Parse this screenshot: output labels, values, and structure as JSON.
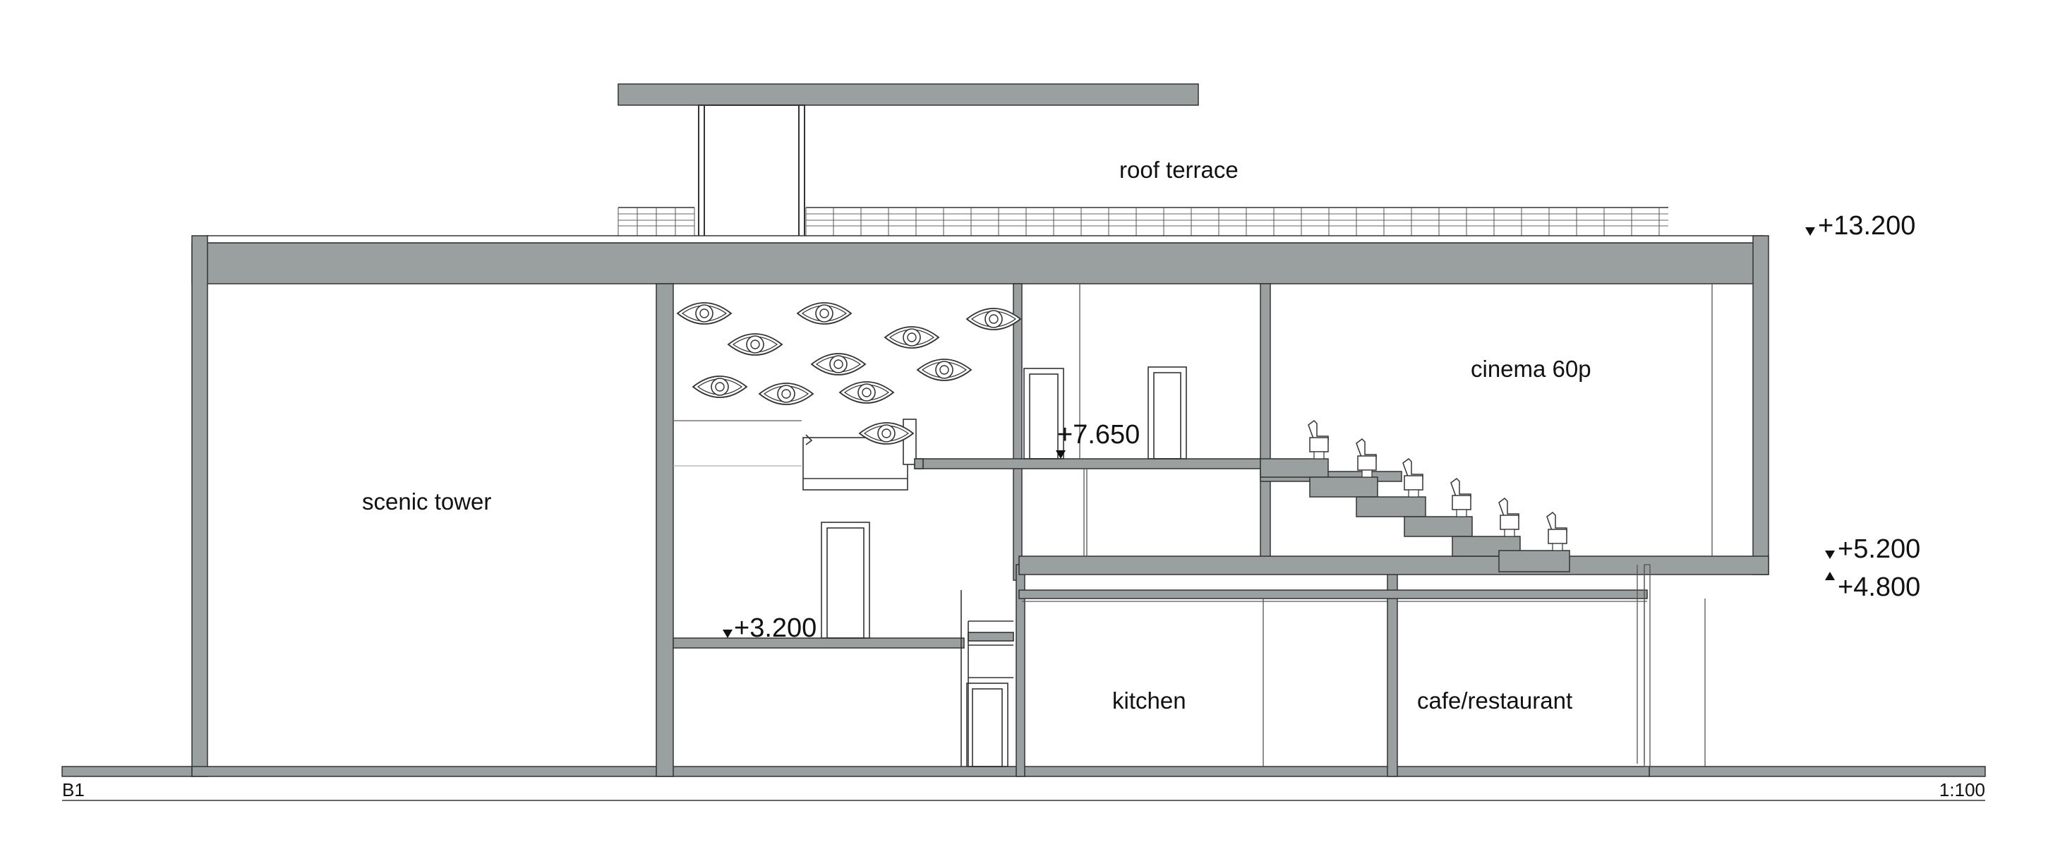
{
  "drawing": {
    "id": "B1",
    "scale": "1:100",
    "colors": {
      "wall": "#9aa0a0",
      "line": "#222222",
      "background": "#ffffff"
    }
  },
  "rooms": {
    "roof_terrace": "roof terrace",
    "scenic_tower": "scenic tower",
    "cinema": "cinema 60p",
    "kitchen": "kitchen",
    "cafe": "cafe/restaurant"
  },
  "levels": {
    "top": "+13.200",
    "mezzanine": "+7.650",
    "cinema_floor": "+5.200",
    "cafe_ceiling": "+4.800",
    "upper_foyer": "+3.200"
  },
  "decor": {
    "icon": "eye-icon",
    "count": 11
  },
  "seats": {
    "icon": "cinema-seat-icon",
    "count": 6
  }
}
